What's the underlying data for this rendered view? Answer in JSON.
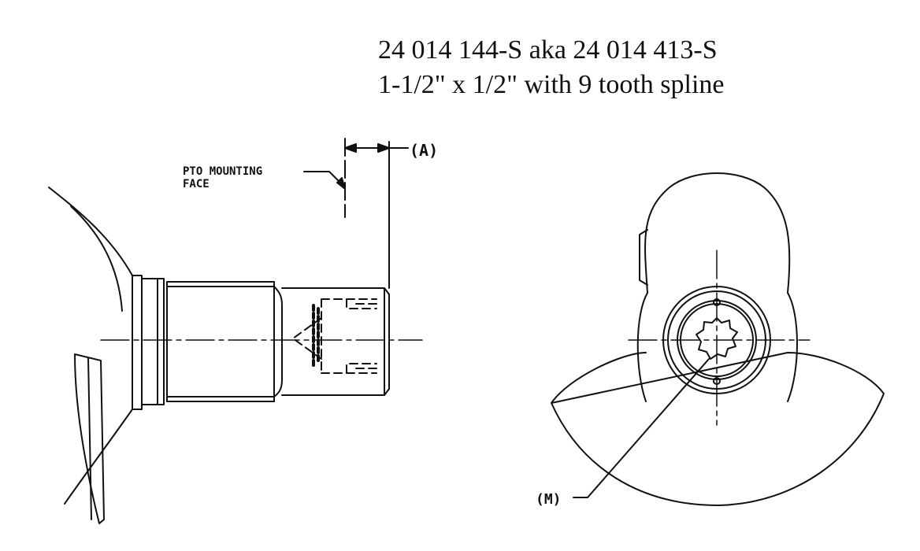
{
  "title": {
    "line1": "24 014 144-S aka 24 014 413-S",
    "line2": "1-1/2\" x 1/2\" with 9 tooth spline"
  },
  "side_view": {
    "callout_mounting_line1": "PTO MOUNTING",
    "callout_mounting_line2": "FACE",
    "dimension_label": "(A)"
  },
  "end_view": {
    "callout_label": "(M)"
  },
  "colors": {
    "ink": "#111111",
    "background": "#ffffff"
  }
}
